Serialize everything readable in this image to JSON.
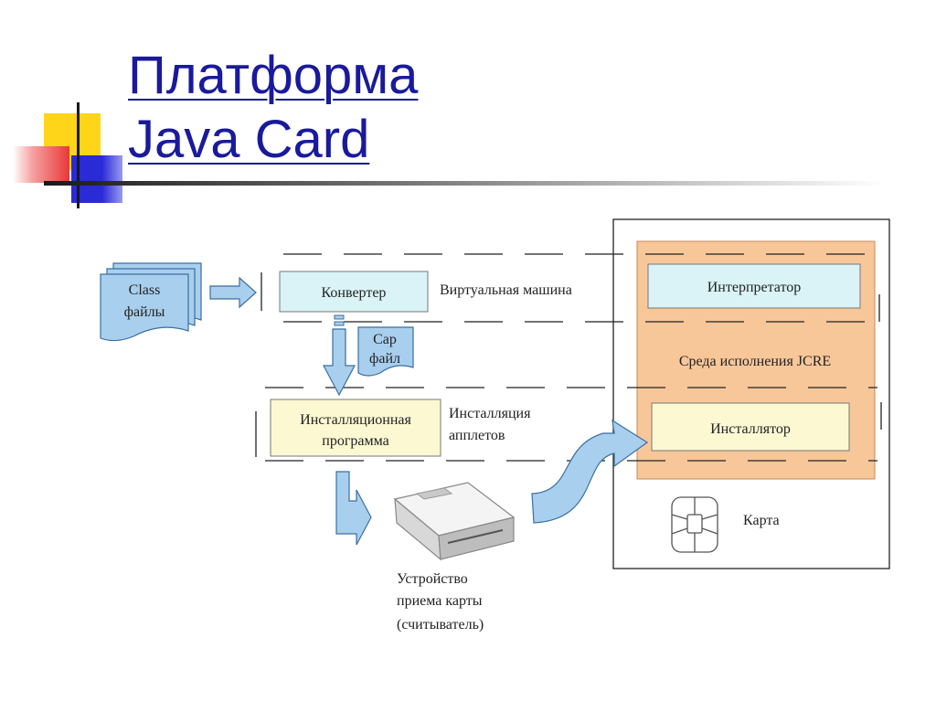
{
  "title": {
    "line1": "Платформа",
    "line2": "Java Card"
  },
  "diagram": {
    "class_files": [
      "Class",
      "файлы"
    ],
    "converter": "Конвертер",
    "virtual_machine": "Виртуальная машина",
    "cap_file": [
      "Cap",
      "файл"
    ],
    "install_program": [
      "Инсталляционная",
      "программа"
    ],
    "applet_install": [
      "Инсталляция",
      "апплетов"
    ],
    "reader": [
      "Устройство",
      "приема карты",
      "(считыватель)"
    ],
    "interpreter": "Интерпретатор",
    "jcre": "Среда исполнения JCRE",
    "installer": "Инсталлятор",
    "card": "Карта"
  },
  "colors": {
    "title": "#1a1a9c",
    "arrow_fill": "#a9cfee",
    "arrow_stroke": "#3b6f9e",
    "converter_fill": "#d9f3f7",
    "install_fill": "#fbf8d2",
    "jcre_fill": "#f7c79a",
    "deco_yellow": "#ffd51a",
    "deco_red": "#e8383a",
    "deco_blue": "#2a2ad6"
  }
}
